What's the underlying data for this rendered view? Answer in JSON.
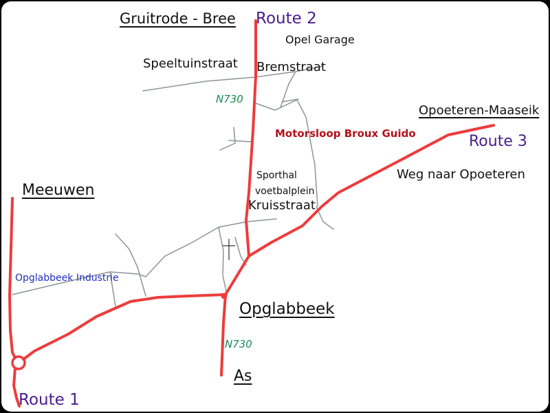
{
  "colors": {
    "background": "#000000",
    "paper": "#ffffff",
    "route": "#ee3b3b",
    "street": "#8e9396",
    "text": "#111111",
    "route_label": "#4a1d8f",
    "road_number": "#1a8a55",
    "destination": "#b3111a",
    "industry": "#1f2fbf"
  },
  "labels": {
    "gruitrode_bree": "Gruitrode - Bree",
    "route2": "Route 2",
    "opel_garage": "Opel Garage",
    "speeltuinstraat": "Speeltuinstraat",
    "bremstraat": "Bremstraat",
    "n730_top": "N730",
    "opoeteren_maaseik": "Opoeteren-Maaseik",
    "motorsloop": "Motorsloop Broux Guido",
    "route3": "Route 3",
    "sporthal": "Sporthal",
    "voetbalplein": "voetbalplein",
    "weg_naar_opoeteren": "Weg naar Opoeteren",
    "meeuwen": "Meeuwen",
    "kruisstraat": "Kruisstraat",
    "opglabbeek_industrie": "Opglabbeek Industrie",
    "opglabbeek": "Opglabbeek",
    "n730_bottom": "N730",
    "as": "As",
    "route1": "Route 1"
  },
  "icons": {
    "church": "cross-icon",
    "roundabout": "roundabout-icon"
  }
}
